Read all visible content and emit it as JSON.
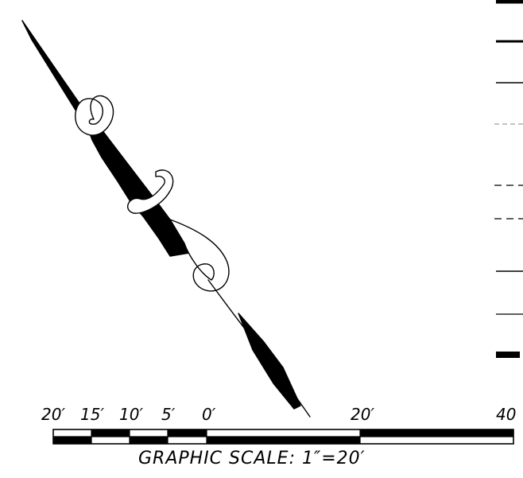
{
  "graphic_scale": {
    "tick_labels": [
      "20′",
      "15′",
      "10′",
      "5′",
      "0′",
      "20′",
      "40"
    ],
    "title": "GRAPHIC  SCALE:  1″=20′"
  },
  "legend_symbols": [
    "thick-line",
    "medium-line",
    "thin-line",
    "faded-dashed-line",
    "dashed-line",
    "dashed-line",
    "thin-line",
    "thin-line",
    "filled-bar"
  ],
  "colors": {
    "ink": "#000000",
    "paper": "#ffffff"
  }
}
